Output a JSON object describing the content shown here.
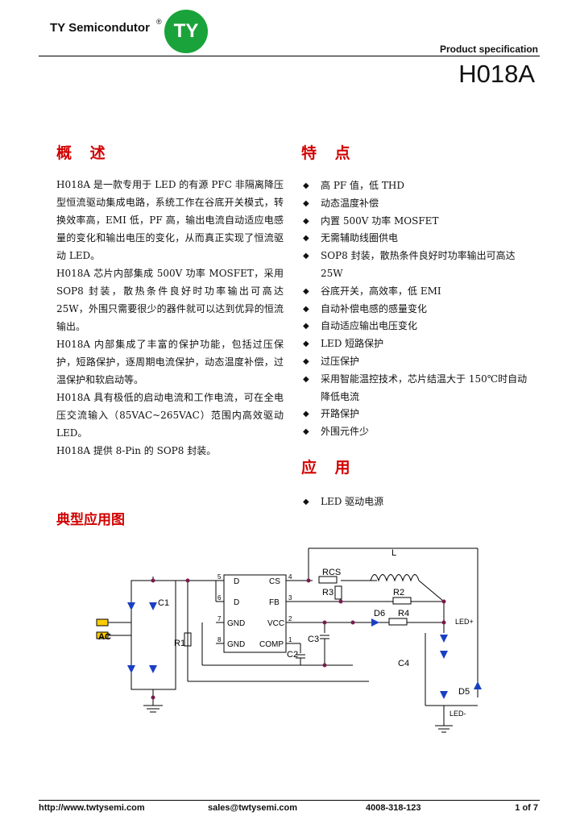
{
  "header": {
    "company": "TY Semicondutor",
    "registered_mark": "®",
    "logo_text": "TY",
    "logo_color": "#1aa33a",
    "spec_label": "Product specification",
    "part_number": "H018A"
  },
  "overview": {
    "title": "概 述",
    "paragraphs": [
      "H018A 是一款专用于 LED 的有源 PFC 非隔离降压型恒流驱动集成电路，系统工作在谷底开关模式，转换效率高，EMI 低，PF 高，输出电流自动适应电感量的变化和输出电压的变化，从而真正实现了恒流驱动 LED。",
      "H018A 芯片内部集成 500V 功率 MOSFET，采用 SOP8 封装，散热条件良好时功率输出可高达 25W，外围只需要很少的器件就可以达到优异的恒流输出。",
      "H018A 内部集成了丰富的保护功能，包括过压保护，短路保护，逐周期电流保护，动态温度补偿，过温保护和软启动等。",
      "H018A 具有极低的启动电流和工作电流，可在全电压交流输入（85VAC~265VAC）范围内高效驱动 LED。",
      "H018A 提供 8-Pin 的 SOP8 封装。"
    ]
  },
  "features": {
    "title": "特 点",
    "bullet": "◆",
    "items": [
      "高 PF 值，低 THD",
      "动态温度补偿",
      "内置 500V 功率 MOSFET",
      "无需辅助线圈供电",
      "SOP8 封装，散热条件良好时功率输出可高达 25W",
      "谷底开关，高效率，低 EMI",
      "自动补偿电感的感量变化",
      "自动适应输出电压变化",
      "LED 短路保护",
      "过压保护",
      "采用智能温控技术，芯片结温大于 150℃时自动降低电流",
      "开路保护",
      "外围元件少"
    ]
  },
  "applications": {
    "title": "应 用",
    "items": [
      "LED 驱动电源"
    ]
  },
  "typical_application": {
    "title": "典型应用图",
    "chip_pins_left": [
      "D",
      "D",
      "GND",
      "GND"
    ],
    "chip_pins_right": [
      "CS",
      "FB",
      "VCC",
      "COMP"
    ],
    "pin_numbers_left": [
      "5",
      "6",
      "7",
      "8"
    ],
    "pin_numbers_right": [
      "4",
      "3",
      "2",
      "1"
    ],
    "labels": {
      "c1": "C1",
      "r1": "R1",
      "ac": "AC",
      "rcs": "RCS",
      "r3": "R3",
      "l": "L",
      "r2": "R2",
      "d6": "D6",
      "r4": "R4",
      "c3": "C3",
      "c2": "C2",
      "c4": "C4",
      "d5": "D5",
      "led_plus": "LED+",
      "led_minus": "LED-"
    }
  },
  "footer": {
    "website": "http://www.twtysemi.com",
    "email": "sales@twtysemi.com",
    "phone": "4008-318-123",
    "page": "1 of 7"
  }
}
